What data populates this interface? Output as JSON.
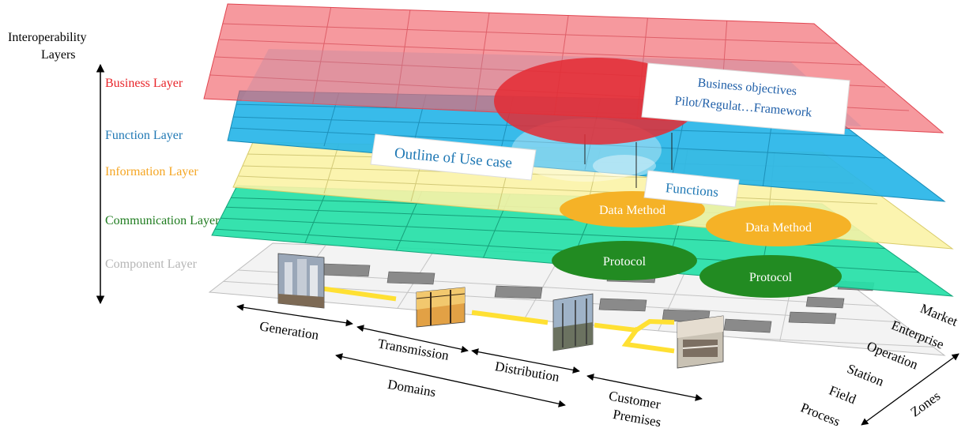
{
  "axis": {
    "vertical_label_line1": "Interoperability",
    "vertical_label_line2": "Layers"
  },
  "layers": [
    {
      "name": "Business Layer",
      "color": "#e8252a"
    },
    {
      "name": "Function Layer",
      "color": "#1f78b4"
    },
    {
      "name": "Information Layer",
      "color": "#f5a623"
    },
    {
      "name": "Communication Layer",
      "color": "#1e7b1e"
    },
    {
      "name": "Component Layer",
      "color": "#b5b5b5"
    }
  ],
  "callouts": {
    "business_line1": "Business objectives",
    "business_line2": "Pilot/Regulat…Framework",
    "use_case": "Outline of Use case",
    "functions": "Functions"
  },
  "info_ellipses": [
    "Data Method",
    "Data Method"
  ],
  "comm_ellipses": [
    "Protocol",
    "Protocol"
  ],
  "domains": {
    "items": [
      "Generation",
      "Transmission",
      "Distribution",
      "Customer",
      "Premises"
    ],
    "axis_label": "Domains"
  },
  "zones": {
    "items": [
      "Market",
      "Enterprise",
      "Operation",
      "Station",
      "Field",
      "Process"
    ],
    "axis_label": "Zones"
  },
  "colors": {
    "business_plane": "#f05a63",
    "function_plane": "#29b6e8",
    "information_plane": "#fbf3a6",
    "communication_plane": "#27e0a8",
    "component_plane": "#f3f3f3",
    "data_method": "#f5b227",
    "protocol": "#228b22",
    "connector": "#ffe033"
  }
}
